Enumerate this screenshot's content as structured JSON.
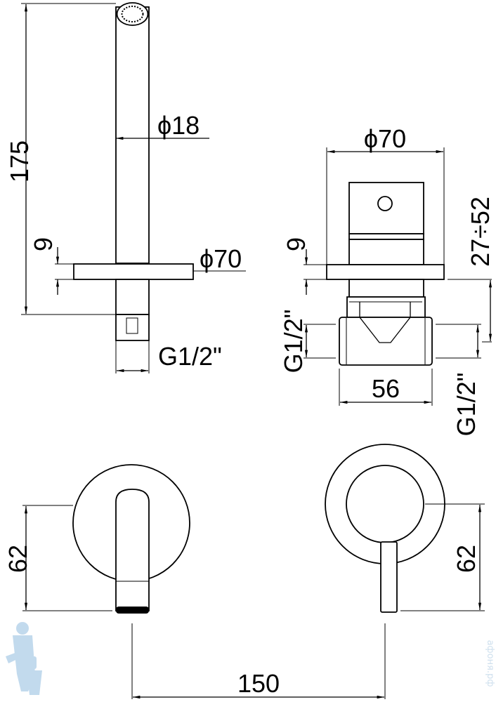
{
  "drawing": {
    "side_view": {
      "height_label": "175",
      "spout_diameter_label": "ϕ18",
      "plate_thickness_label": "9",
      "plate_diameter_label": "ϕ70",
      "thread_label": "G1/2\""
    },
    "mixer_side_view": {
      "plate_diameter_label": "ϕ70",
      "plate_thickness_label": "9",
      "depth_range_label": "27÷52",
      "inlet_thread_left_label": "G1/2\"",
      "body_width_label": "56",
      "inlet_thread_right_label": "G1/2\""
    },
    "front_views": {
      "spout_height_label": "62",
      "lever_height_label": "62",
      "spacing_label": "150"
    }
  },
  "watermark": {
    "text": "афоня.рф",
    "colors": {
      "mascot": "#bcd6ec"
    }
  }
}
